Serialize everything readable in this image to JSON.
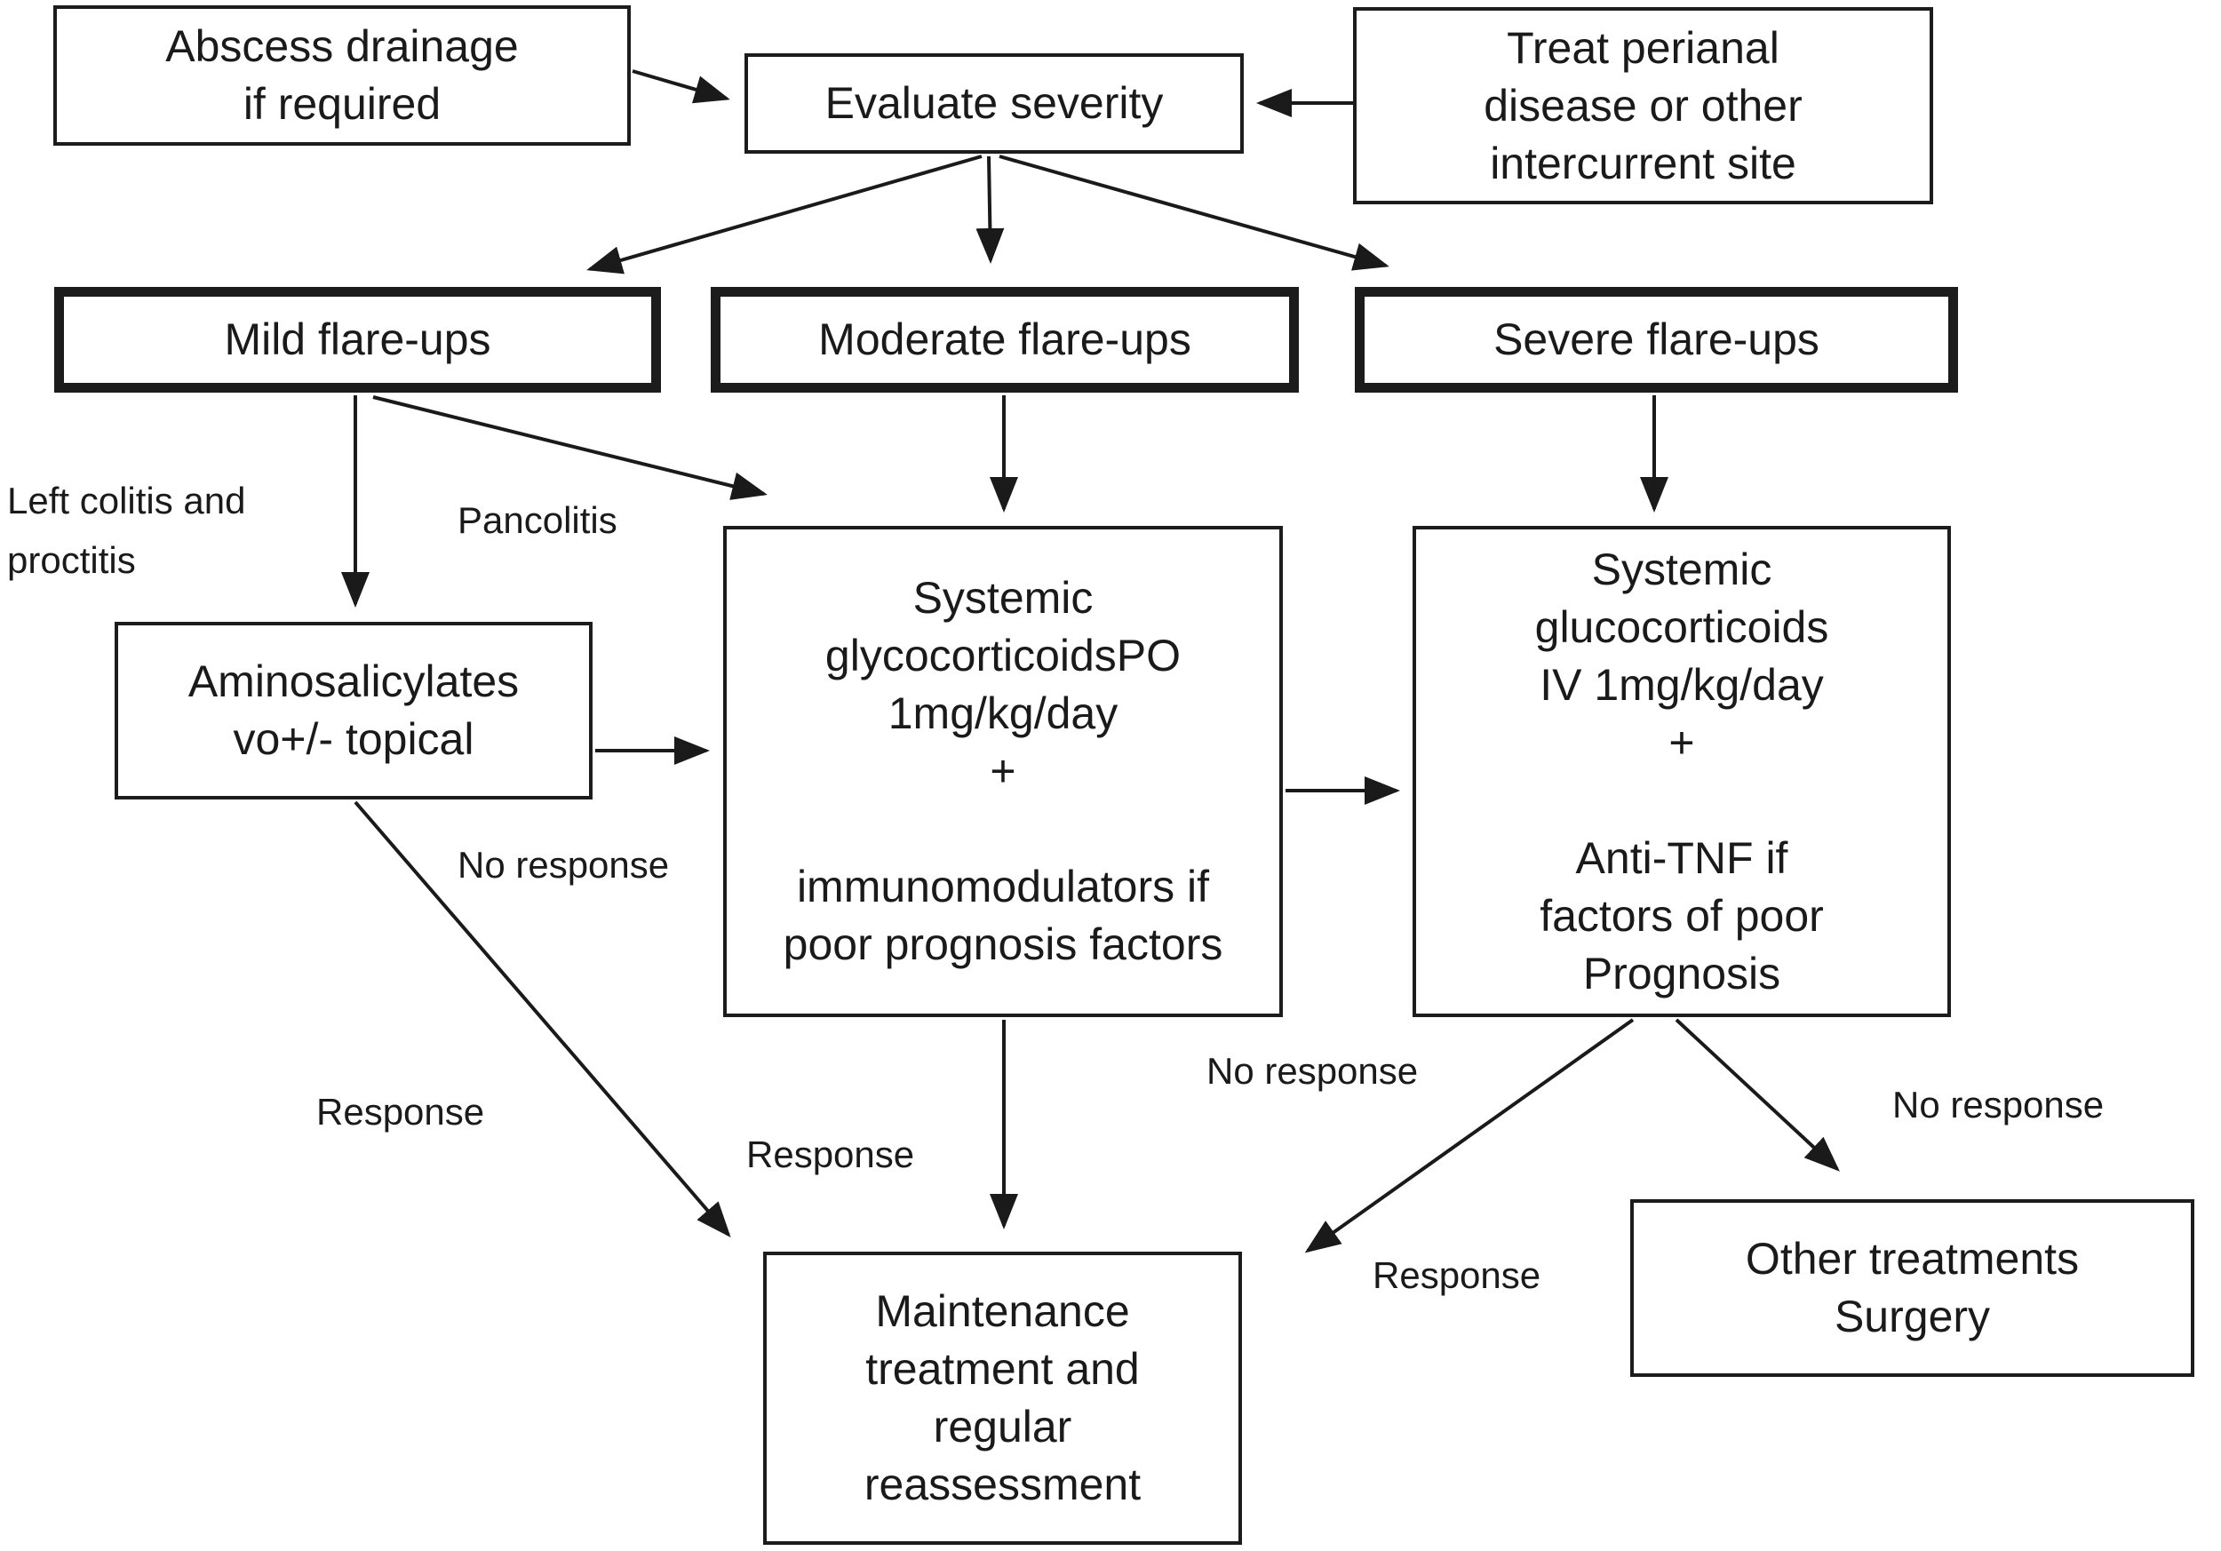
{
  "figure": {
    "background_color": "#ffffff",
    "line_color": "#1a1a1a",
    "type": "treatment-decision-flowchart"
  },
  "boxes": {
    "abscess_drainage": {
      "label": "Abscess drainage\nif required"
    },
    "evaluate_severity": {
      "label": "Evaluate severity"
    },
    "treat_perianal": {
      "label": "Treat perianal\ndisease or other\nintercurrent site"
    },
    "mild_flare_ups": {
      "label": "Mild flare-ups"
    },
    "moderate_flare_ups": {
      "label": "Moderate flare-ups"
    },
    "severe_flare_ups": {
      "label": "Severe flare-ups"
    },
    "aminosalicylates": {
      "label": "Aminosalicylates\nvo+/- topical"
    },
    "systemic_glucocorticoids_po": {
      "label": "Systemic\nglycocorticoidsPO\n1mg/kg/day\n+\n\nimmunomodulators if\npoor prognosis factors"
    },
    "systemic_glucocorticoids_iv": {
      "label": "Systemic\nglucocorticoids\nIV 1mg/kg/day\n+\n\nAnti-TNF if\nfactors of poor\nPrognosis"
    },
    "maintenance": {
      "label": "Maintenance\ntreatment and\nregular\nreassessment"
    },
    "other_treatments": {
      "label": "Other treatments\nSurgery"
    }
  },
  "labels": {
    "left_colitis": "Left colitis and\nproctitis",
    "pancolitis": "Pancolitis",
    "no_response_mild": "No response",
    "response_mild": "Response",
    "response_moderate": "Response",
    "no_response_moderate": "No response",
    "response_severe": "Response",
    "no_response_severe": "No response"
  }
}
